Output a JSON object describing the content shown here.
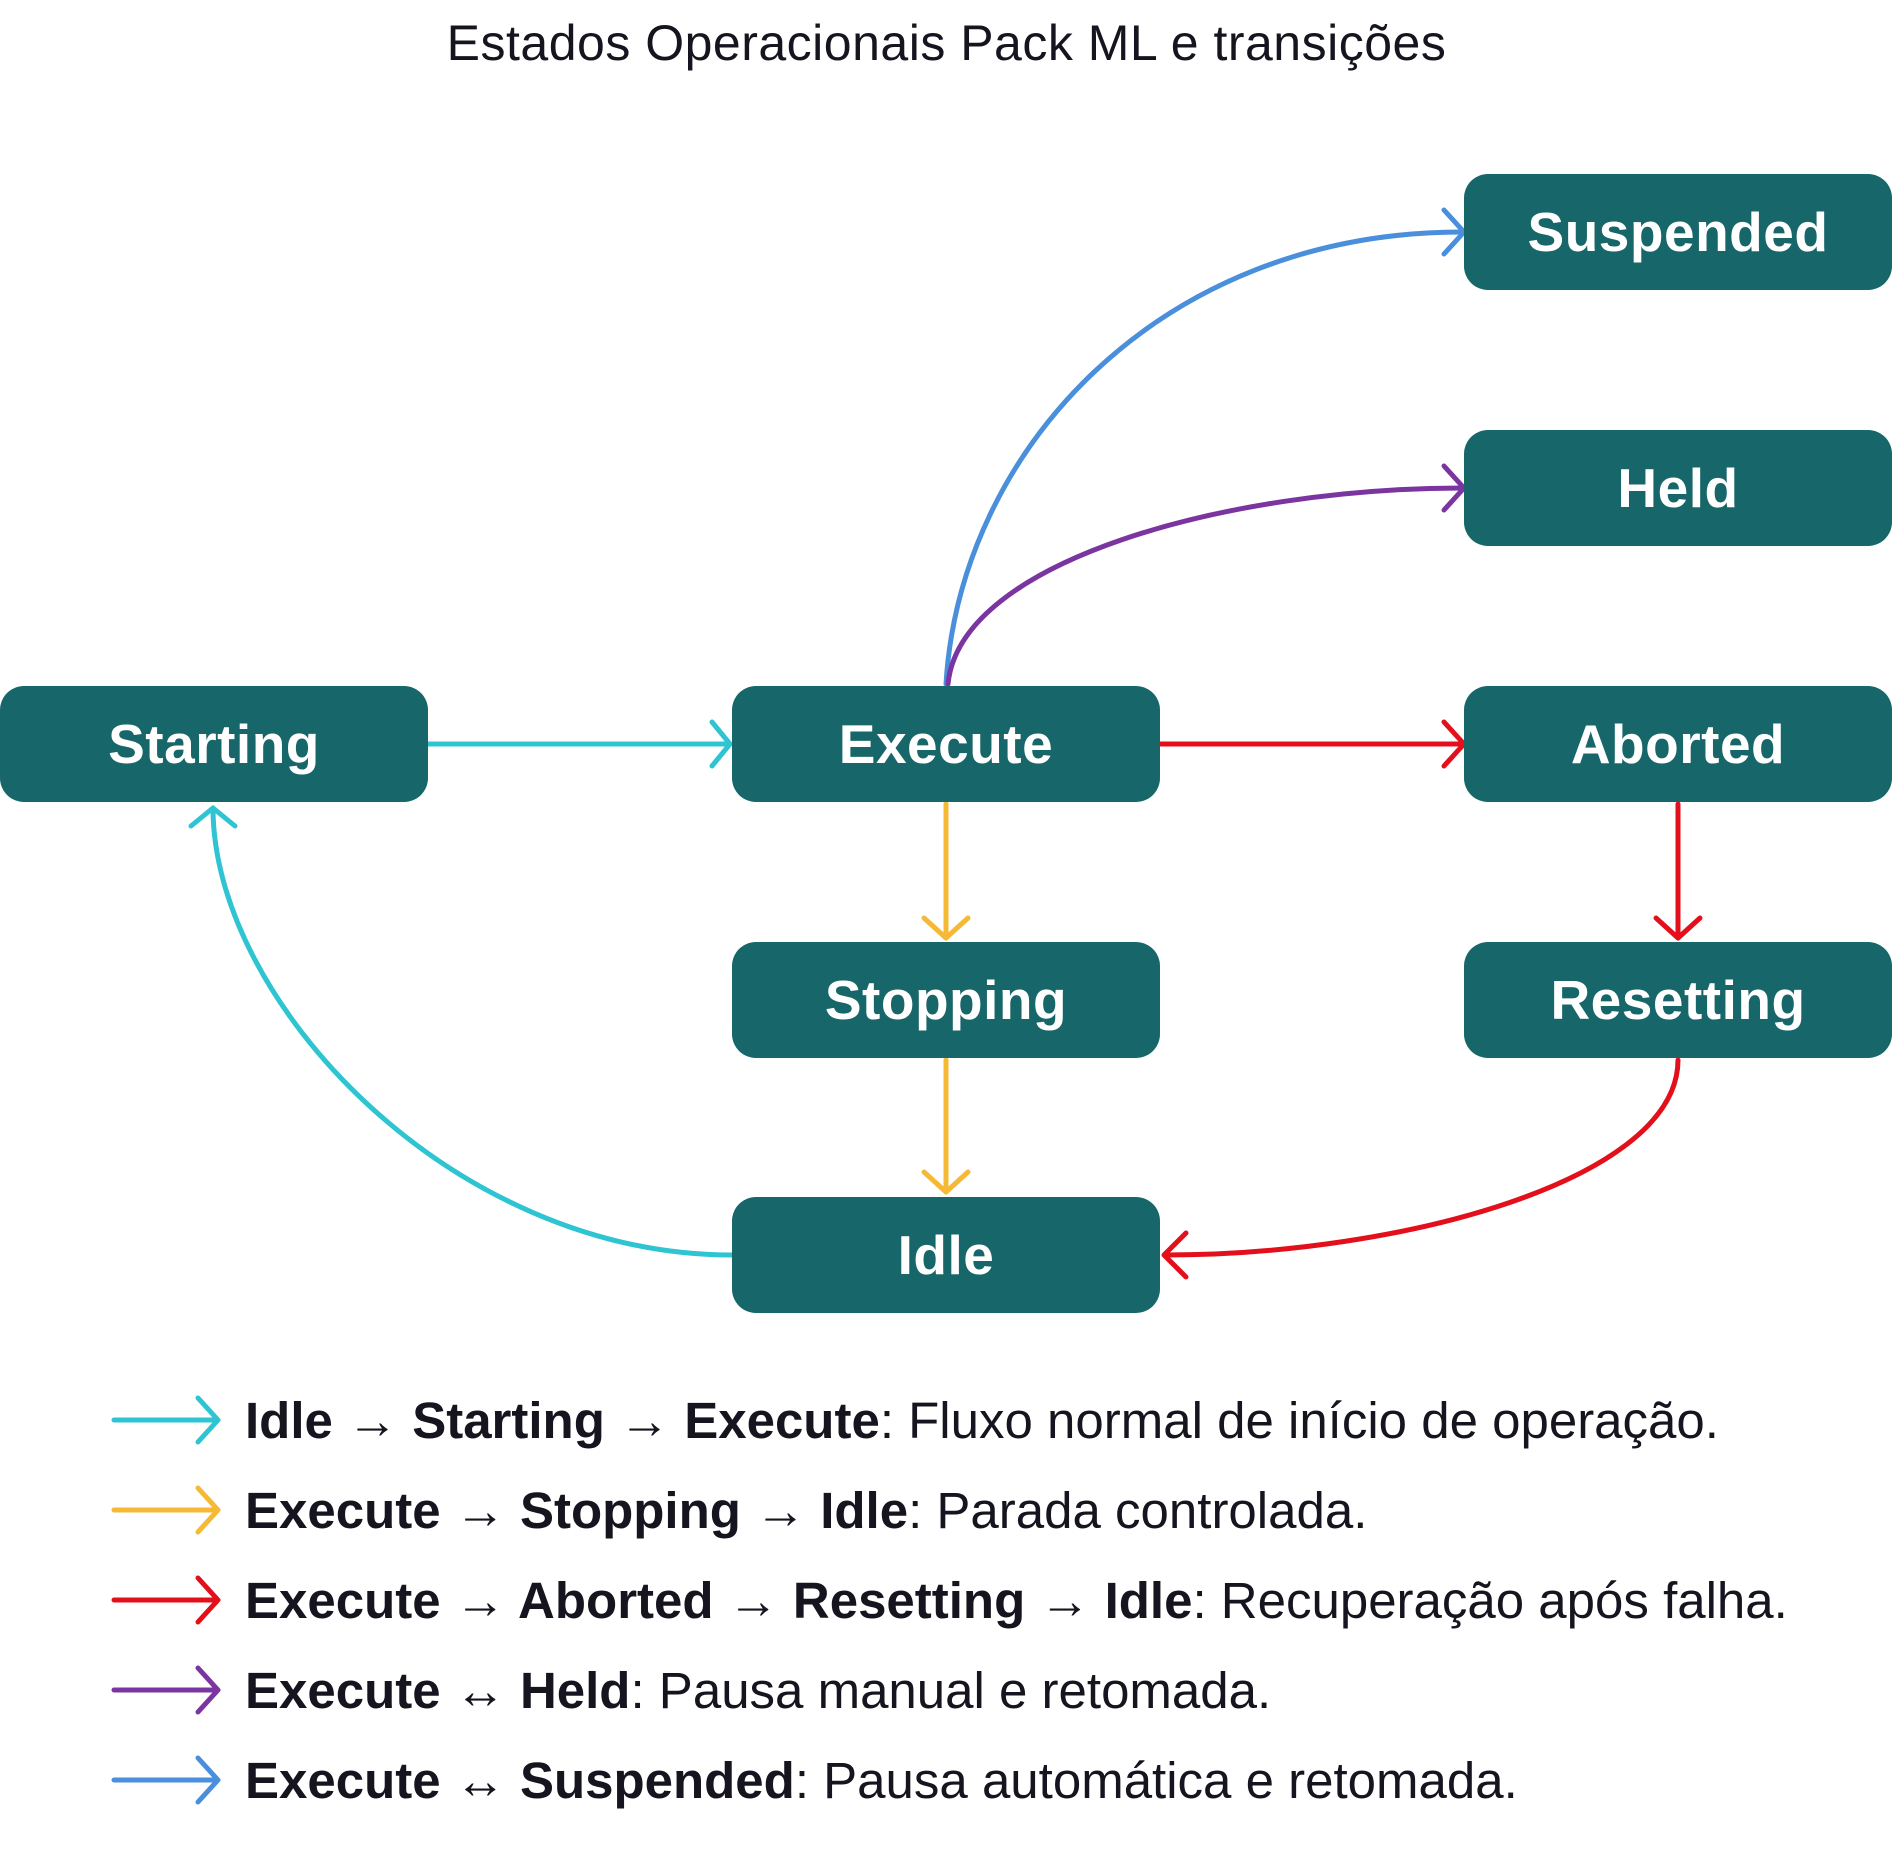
{
  "title": "Estados Operacionais Pack ML e transições",
  "colors": {
    "node": "#176669",
    "cyan": "#2ec4d2",
    "yellow": "#f5b935",
    "red": "#e30f1b",
    "purple": "#7b35a0",
    "blue": "#4a8fdc"
  },
  "states": {
    "starting": "Starting",
    "execute": "Execute",
    "aborted": "Aborted",
    "suspended": "Suspended",
    "held": "Held",
    "stopping": "Stopping",
    "resetting": "Resetting",
    "idle": "Idle"
  },
  "legend": [
    {
      "color": "cyan",
      "path": "Idle → Starting → Execute",
      "description": ": Fluxo normal de início de operação."
    },
    {
      "color": "yellow",
      "path": "Execute → Stopping → Idle",
      "description": ": Parada controlada."
    },
    {
      "color": "red",
      "path": "Execute → Aborted → Resetting → Idle",
      "description": ": Recuperação após falha."
    },
    {
      "color": "purple",
      "path": "Execute ↔ Held",
      "description": ": Pausa manual e retomada."
    },
    {
      "color": "blue",
      "path": "Execute ↔ Suspended",
      "description": ": Pausa automática e retomada."
    }
  ]
}
